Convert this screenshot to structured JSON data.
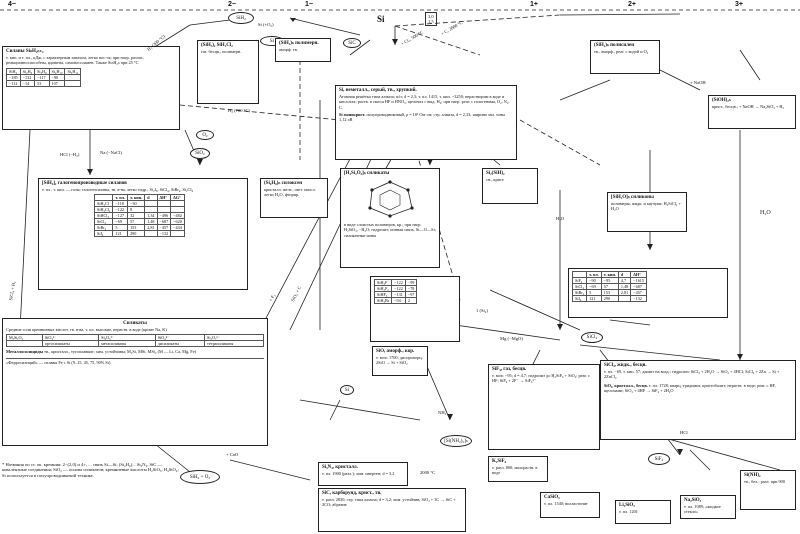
{
  "scale": {
    "m4": "4−",
    "m2": "2−",
    "m1": "1−",
    "p1": "1+",
    "p2": "2+",
    "p3": "3+"
  },
  "center": {
    "label": "Si",
    "sub": "3,0\n1,5"
  },
  "ovals": {
    "sih4": "SiH₄",
    "sic": "SiC",
    "si": "Si",
    "sio2": "SiO₂",
    "o2": "O₂",
    "sici4": "SiCl₄",
    "sif4": "SiF₄",
    "sih4_o": "SiH₄ + O₂",
    "si2": "Si",
    "nsi": "[Si(NH₂)₂]ₙ"
  },
  "boxes": {
    "silanes_title": "Силаны SiₙH₂ₙ₊₂",
    "silanes_text": "т. кип. и т. пл., кДж, с характерным запахом, легко вос-ся; при нагр. разлаг., реакционноспособны, ядовиты, самовоспламен. Также SiₙH₂ₙ при 25 °C",
    "silanes_cols": [
      "SiH₄",
      "Si₂H₆",
      "Si₃H₈",
      "Si₄H₁₀",
      "Si₅H₁₂"
    ],
    "silanes_row1": [
      "−185",
      "−132",
      "−117",
      "−90"
    ],
    "silanes_row2": [
      "−112",
      "−14",
      "53",
      "107"
    ],
    "sih_sub_title": "(SiH₃)₂ SiH₂Cl₂",
    "sih_sub_text": "газ. бесцв., полимерн.",
    "siha_title": "(SiH₂)ₙ полимерн.",
    "siha_text": "аморф. тв.",
    "halide_title": "[SiH₄]₂ галогенопроизводные силанов",
    "halide_text": "т. пл., т. кип. — газы; галогенсиланы, тв. в-ва, легко гидр.; Si₂I₆, SiCl₄, SiBr₄, Si₂Cl₆",
    "table_head": [
      "",
      "т. пл.",
      "т. кип.",
      "d",
      "ΔH°",
      "ΔG°"
    ],
    "table_rows": [
      [
        "SiH₃Cl",
        "−118",
        "−30",
        "",
        "",
        ""
      ],
      [
        "SiH₂Cl₂",
        "−122",
        "8",
        "",
        "",
        ""
      ],
      [
        "SiHCl₃",
        "−127",
        "32",
        "1,34",
        "−496",
        "−482"
      ],
      [
        "SiCl₄",
        "−69",
        "57",
        "1,48",
        "−687",
        "−620"
      ],
      [
        "SiBr₄",
        "5",
        "153",
        "2,81",
        "−457",
        "−444"
      ],
      [
        "SiI₄",
        "121",
        "290",
        "",
        "−132",
        ""
      ]
    ],
    "si_main_title": "Si, неметалл., серый, тв., хрупкий.",
    "si_main_text": "Атомная решётка типа алмаза; п/п; d = 2,3; т. пл. 1415, т. кип. ~3250; нерастворим в воде и кислотах; раств. в смеси HF и HNO₃, щелочах с выд. H₂; при нагр. реаг. с галогенами, O₂, N₂, C.",
    "si_mono_title": "Si монокрист.",
    "si_mono_text": "полупроводниковый, ρ = 10³ Ом·см; стр. алмаза, d = 2,33; ширина зап. зоны 1,12 эВ",
    "sil_title": "(Si₆H₆)ₙ силоксен",
    "sil_text": "кристалл. желт., свет. окисл. легко H₂O, фторир.",
    "h2sio3_title": "[H₂Si₂O₅]ₙ силикаты",
    "h2sio3_text": "в виде слоистых полимеров, кр.; при нагр. H₂SiO₃, −H₂O; гидролиз; ионная связь, Si—O—Si; силикатные ионы",
    "silicate_title": "Силикаты",
    "silicate_text": "Средние соли кремниевых кислот, тв. в-ва, т. пл. высокие, нераств. в воде (кроме Na, K)",
    "silicate_cols": [
      "MₓSiᵧO₂",
      "SiO₃²⁻",
      "Si₂O₅²⁻",
      "SiO₄⁴⁻",
      "Si₂O₇⁶⁻"
    ],
    "silicate_r1": [
      "ортосиликаты",
      "метасиликаты",
      "дисиликаты",
      "тетрасиликаты"
    ],
    "metal_title": "Металлосилициды",
    "metal_text": "тв., кристалл., тугоплавкие; хим. устойчивы; M₂Si, MSi, MSi₂ (M — Li, Ca, Mg, Fe)",
    "ferro_text": "«Ферросилиций» — сплавы Fe с Si (9–15, 45, 75, 90% Si)",
    "footnote_text": "* Названия по ст. ок. кремния: 2−(2,0) и 4+, ... связь Si—Si; (Si₂H₆)... Si₃N₄, SiC — ковалентные соединения; SiO₂ — основа силикатов; кремниевые кислоты H₂SiO₃, H₄SiO₄; Si используется в полупроводниковой технике.",
    "sif_title": "SiF₄, газ, бесцв.",
    "sif_text": "т. возг. −95; d = 4,7; гидролиз до H₂SiF₆ + SiO₂; реаг. с HF; SiF₄ + 2F⁻ → SiF₆²⁻",
    "sicl_title": "SiCl₄, жидк., бесцв.",
    "sicl_text": "т. пл. −69, т. кип. 57; дымит на возд.; гидролиз: SiCl₄ + 2H₂O → SiO₂ + 4HCl; SiCl₄ + 2Zn → Si + 2ZnCl₂",
    "sio2_title": "SiO₂, кристалл., бесцв.",
    "sio2_text": "т. пл. 1728; кварц, тридимит, кристобалит; нераств. в воде; реаг. с HF, щелочами; SiO₂ + 4HF → SiF₄ + 2H₂O",
    "sin_title": "Si₃N₄, кристалл.",
    "sin_text": "т. пл. 1900 (разл.); хим. инертен; d = 3,2",
    "sic_title": "SiC, карборунд, крист., тв.",
    "sic_text": "т. разл. 2830; стр. типа алмаза; d = 3,2; хим. устойчив; SiO₂ + 3C → SiC + 2CO; абразив",
    "sio_title": "SiO, аморф., кор.",
    "sio_text": "т. возг. 1700; диспропорц. 2SiO → Si + SiO₂",
    "sisi_title": "Si₂(SiH)₂",
    "sisi_text": "сн., крист.",
    "kfs_title": "K₂SiF₆",
    "kfs_text": "т. разл. 800; малораств. в воде",
    "nasi_title": "Na₂SiO₃",
    "nasi_text": "т. пл. 1089; «жидкое стекло»",
    "h2o_label": "H₂O",
    "ca_title": "CaSiO₃",
    "ca_text": "т. пл. 1540; волластонит",
    "li_title": "Li₂SiO₃",
    "li_text": "т. пл. 1201",
    "sinh_title": "Si(NH)₂",
    "sinh_text": "тв., бел.; разл. при 900",
    "sih_top_title": "(SiH₂)ₙ полисилен",
    "sih_top_text": "тв., аморф., реаг. с водой и O₂",
    "sioh_title": "(SiOH)₂ₙ",
    "sioh_text": "крист., бесцв.; + NaOH → Na₂SiO₃ + H₂",
    "sih_right_title": "[SiH₂O]ₙ силиконы",
    "sih_right_text": "полимеры; жидк. и каучуки; H₂SiCl₂ + H₂O",
    "sih_table_head": [
      "",
      "т. пл.",
      "т. кип.",
      "d",
      "ΔH°"
    ],
    "sih_table_rows": [
      [
        "SiF₄",
        "−90",
        "−95",
        "4,7",
        "−1615"
      ],
      [
        "SiCl₄",
        "−69",
        "57",
        "1,48",
        "−687"
      ],
      [
        "SiBr₄",
        "5",
        "153",
        "2,81",
        "−457"
      ],
      [
        "SiI₄",
        "121",
        "290",
        "",
        "−132"
      ]
    ],
    "silox_table_rows": [
      [
        "SiH₃F",
        "−122",
        "−99"
      ],
      [
        "SiH₂F₂",
        "−122",
        "−78"
      ],
      [
        "SiHF₃",
        "−131",
        "−97"
      ],
      [
        "SiH₃Br",
        "−94",
        "2"
      ]
    ]
  },
  "labels": {
    "l1": "H₂ (300 °C)",
    "l2": "Si (+O₂)",
    "l3": "+ Cl₂, 500 °C",
    "l4": "HCl (−H₂)",
    "l5": "Na (−NaCl)",
    "l6": "H₂ (700 °C)",
    "l7": "+ C, 2000 °C",
    "l8": "SiO₂ + C",
    "l9": "+ F₂",
    "l10": "H₂O",
    "l11": "Mg (−MgO)",
    "l12": "NH₃",
    "l13": "HCl",
    "l14": "+ CaO",
    "l15": "+ NaOH",
    "l16": "1 (Si₂)",
    "l17": "2000 °C",
    "l18": "SiCl₄ + H₂"
  }
}
